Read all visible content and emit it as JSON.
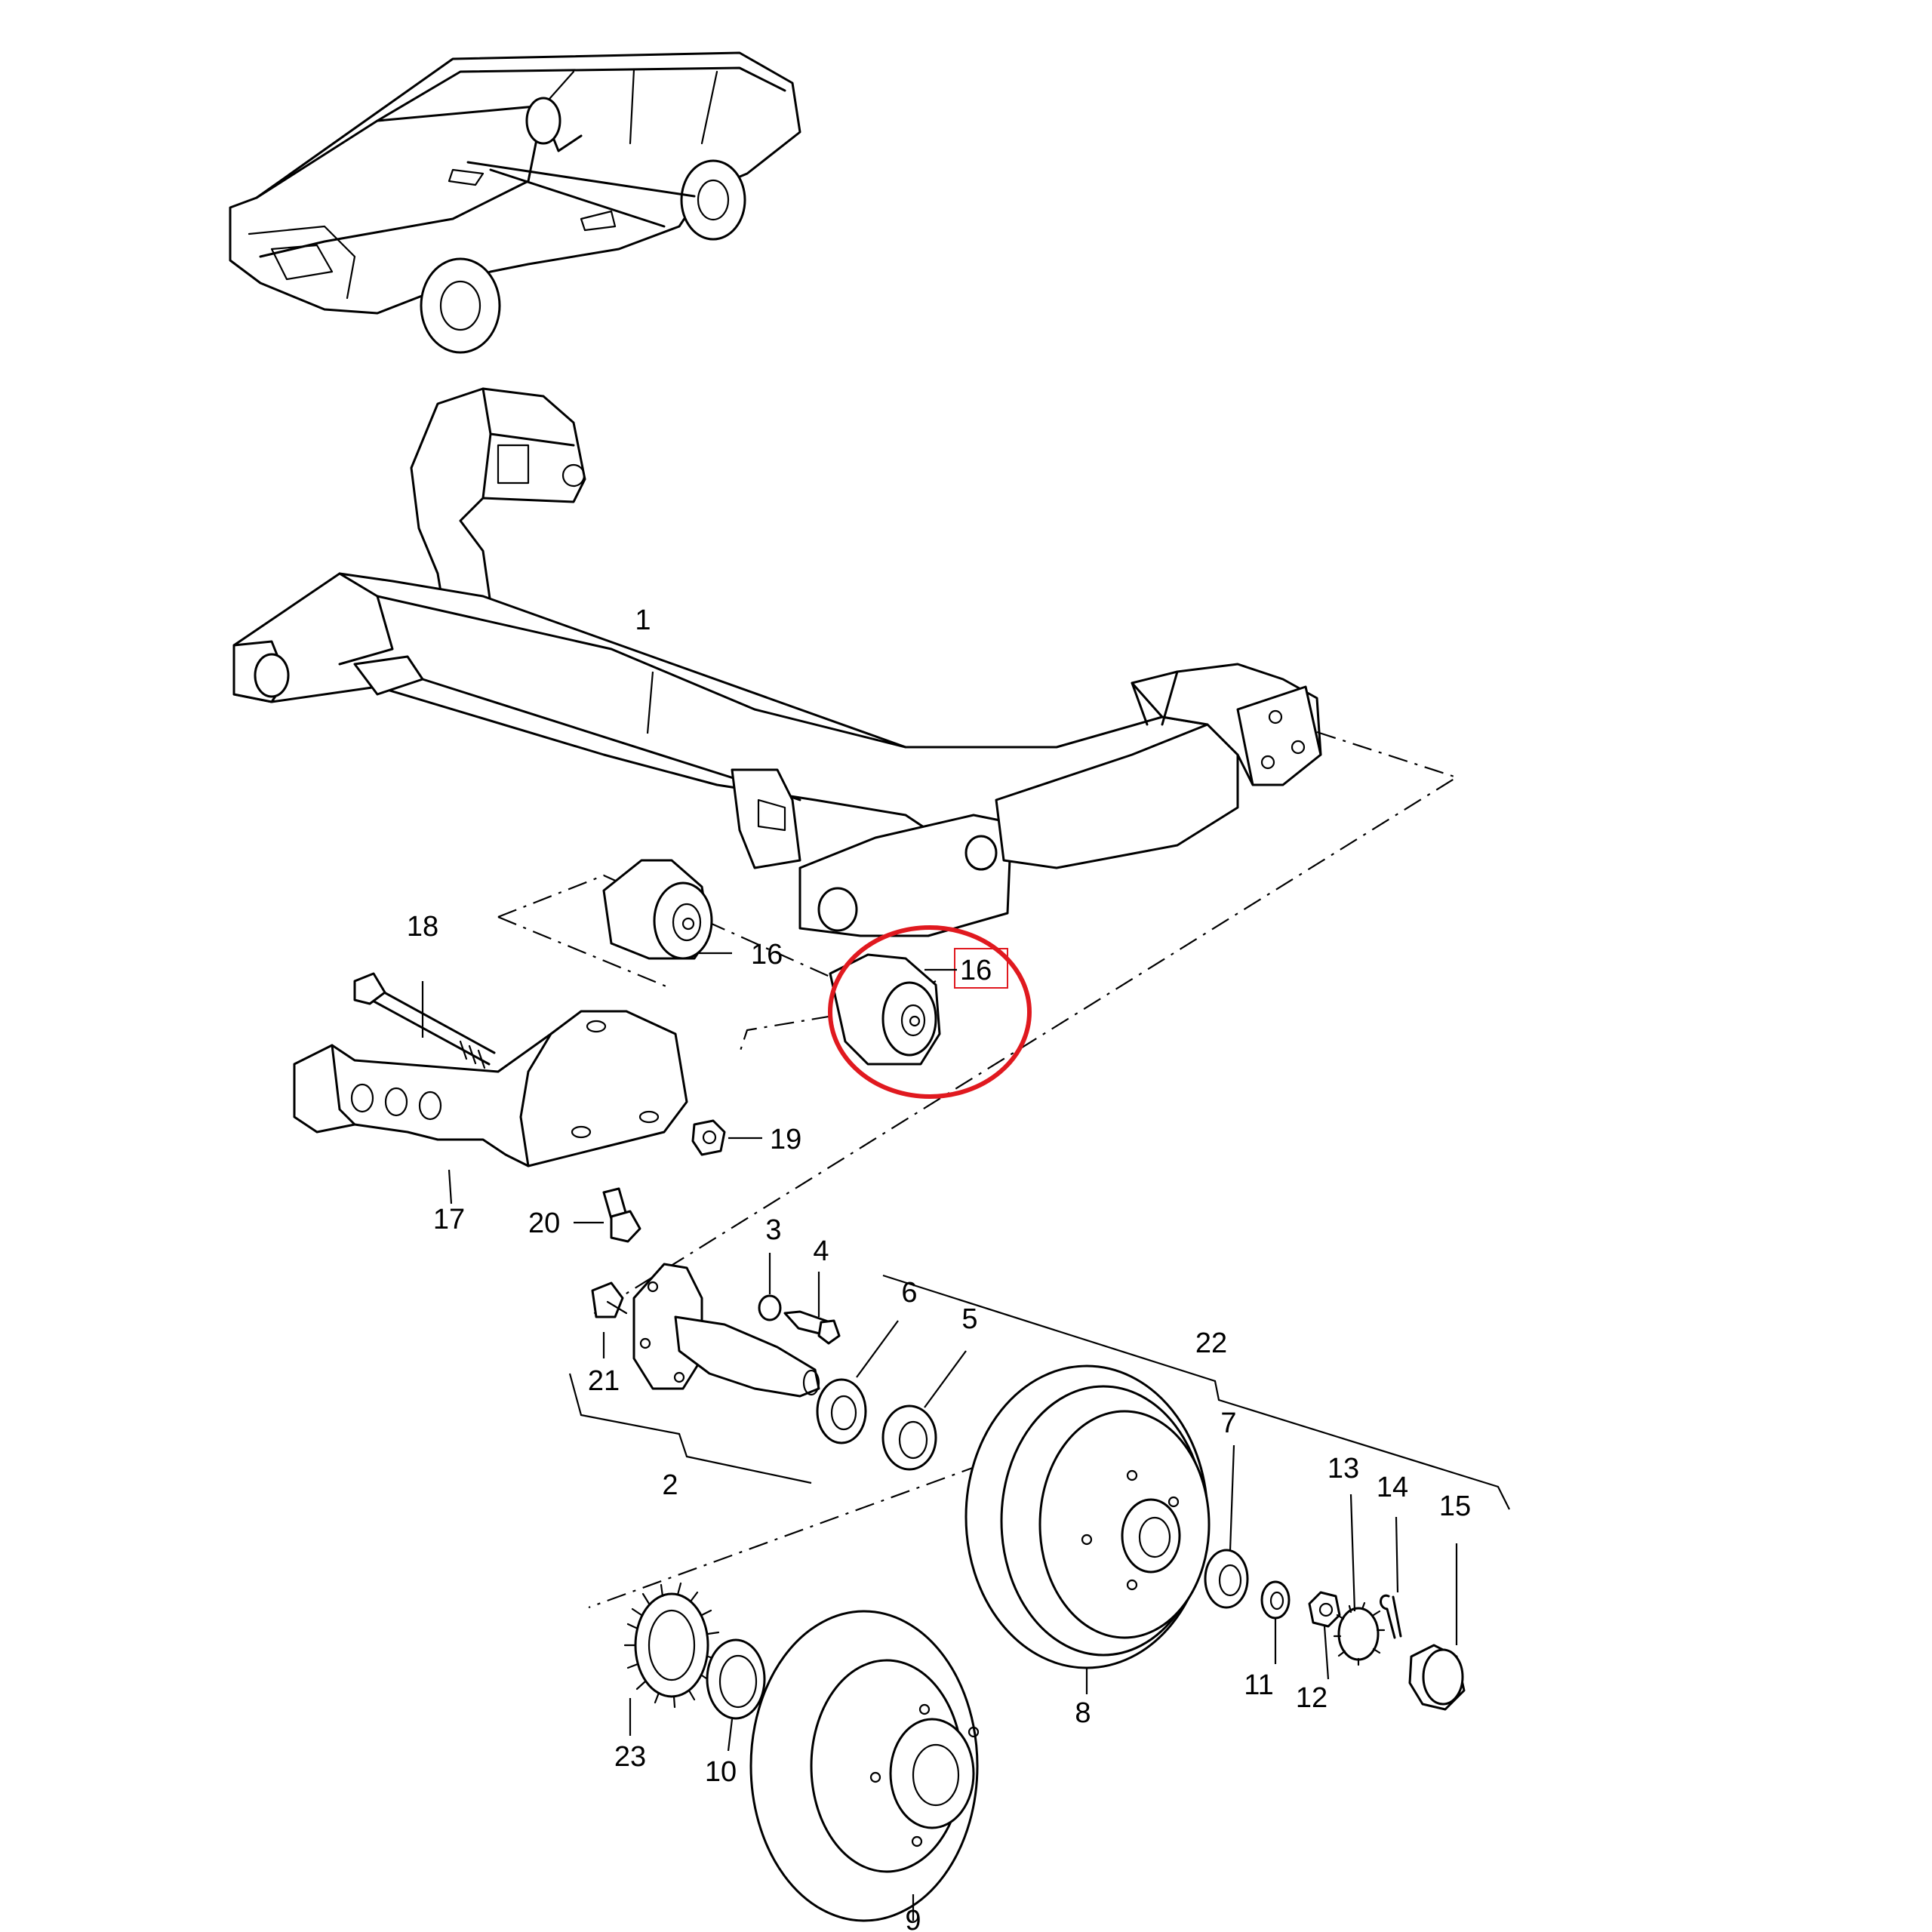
{
  "labels": [
    {
      "id": "1",
      "text": "1"
    },
    {
      "id": "2",
      "text": "2"
    },
    {
      "id": "3",
      "text": "3"
    },
    {
      "id": "4",
      "text": "4"
    },
    {
      "id": "5",
      "text": "5"
    },
    {
      "id": "6",
      "text": "6"
    },
    {
      "id": "7",
      "text": "7"
    },
    {
      "id": "8",
      "text": "8"
    },
    {
      "id": "9",
      "text": "9"
    },
    {
      "id": "10",
      "text": "10"
    },
    {
      "id": "11",
      "text": "11"
    },
    {
      "id": "12",
      "text": "12"
    },
    {
      "id": "13",
      "text": "13"
    },
    {
      "id": "14",
      "text": "14"
    },
    {
      "id": "15",
      "text": "15"
    },
    {
      "id": "16a",
      "text": "16"
    },
    {
      "id": "16b",
      "text": "16"
    },
    {
      "id": "17",
      "text": "17"
    },
    {
      "id": "18",
      "text": "18"
    },
    {
      "id": "19",
      "text": "19"
    },
    {
      "id": "20",
      "text": "20"
    },
    {
      "id": "21",
      "text": "21"
    },
    {
      "id": "22",
      "text": "22"
    },
    {
      "id": "23",
      "text": "23"
    }
  ],
  "highlight": {
    "part": "16",
    "color": "#e0191f"
  }
}
